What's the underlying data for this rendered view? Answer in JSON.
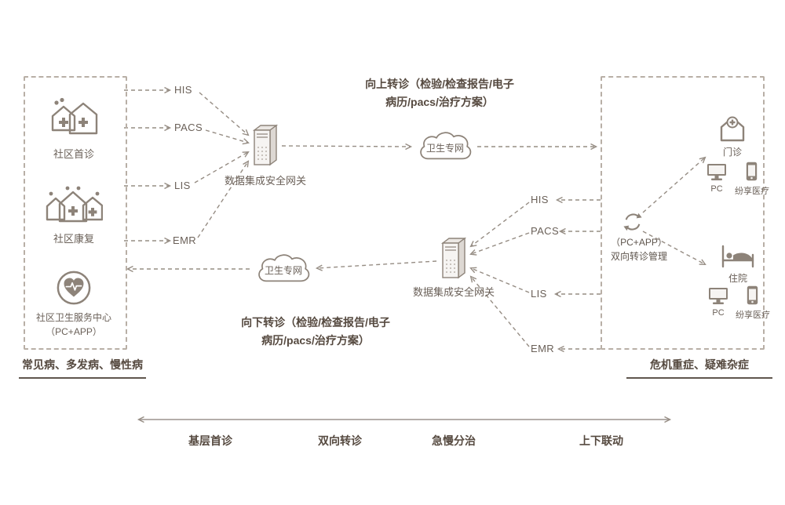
{
  "left_panel": {
    "items": [
      {
        "label": "社区首诊"
      },
      {
        "label": "社区康复"
      },
      {
        "label": "社区卫生服务中心",
        "sub": "（PC+APP）"
      }
    ],
    "caption": "常见病、多发病、慢性病"
  },
  "right_panel": {
    "outpatient_label": "门诊",
    "inpatient_label": "住院",
    "pc_label_1": "PC",
    "app_label_1": "纷享医疗",
    "pc_label_2": "PC",
    "app_label_2": "纷享医疗",
    "referral_line1": "（PC+APP）",
    "referral_line2": "双向转诊管理",
    "caption": "危机重症、疑难杂症"
  },
  "systems_left": [
    "HIS",
    "PACS",
    "LIS",
    "EMR"
  ],
  "systems_right": [
    "HIS",
    "PACS",
    "LIS",
    "EMR"
  ],
  "gateways": {
    "top": "数据集成安全网关",
    "bottom": "数据集成安全网关"
  },
  "clouds": {
    "top": "卫生专网",
    "bottom": "卫生专网"
  },
  "flows": {
    "up_line1": "向上转诊（检验/检查报告/电子",
    "up_line2": "病历/pacs/治疗方案）",
    "down_line1": "向下转诊（检验/检查报告/电子",
    "down_line2": "病历/pacs/治疗方案）"
  },
  "axis_labels": [
    "基层首诊",
    "双向转诊",
    "急慢分治",
    "上下联动"
  ],
  "colors": {
    "line": "#968d84",
    "icon": "#8d8379",
    "text": "#6a6058",
    "dark_text": "#55493f",
    "border": "#b8afa6"
  }
}
